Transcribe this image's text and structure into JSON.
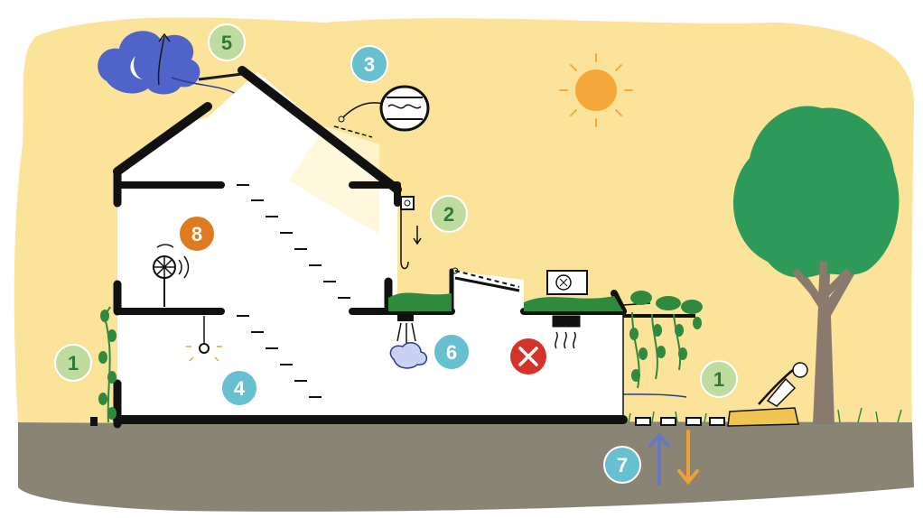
{
  "colors": {
    "sky": "#fbe39a",
    "ground": "#8a8474",
    "sun": "#f4a93a",
    "cloud": "#4f63c9",
    "tree_foliage": "#2e9a5a",
    "tree_trunk": "#8a7a6e",
    "grass": "#2f8a3e",
    "badge_green": "#bfdca0",
    "badge_teal": "#66c0cf",
    "badge_orange": "#e07a1f",
    "cross_red": "#d4332a",
    "arrow_up": "#6677c4",
    "arrow_down": "#f0a030"
  },
  "badges": {
    "b1_left": "1",
    "b1_right": "1",
    "b2": "2",
    "b3": "3",
    "b4": "4",
    "b5": "5",
    "b6": "6",
    "b7": "7",
    "b8": "8"
  },
  "icons": {
    "sun": "sun-icon",
    "cloud_moon": "cloud-moon-icon",
    "roof_window": "roof-window-icon",
    "wall_sensor": "wall-sensor-icon",
    "ceiling_fan": "ceiling-fan-icon",
    "lamp": "lamp-icon",
    "vent": "vent-icon",
    "ac_unit": "air-conditioner-icon",
    "no_ac": "cross-icon",
    "tree": "tree-icon",
    "lounger": "sun-lounger-icon"
  }
}
